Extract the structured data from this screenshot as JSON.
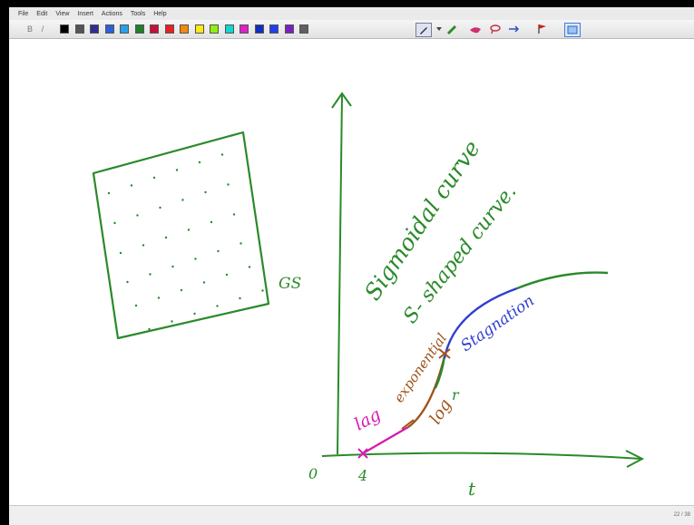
{
  "menu": [
    "File",
    "Edit",
    "View",
    "Insert",
    "Actions",
    "Tools",
    "Help"
  ],
  "toolbar": {
    "swatches": [
      "#000000",
      "#555555",
      "#2f2f8f",
      "#2d5fd8",
      "#2aa0e8",
      "#1f7f2a",
      "#c8103a",
      "#e82020",
      "#f08a10",
      "#ffe81a",
      "#8fef10",
      "#10d6d0",
      "#e020c8",
      "#1030c0",
      "#2040f0",
      "#7a20c0",
      "#606060"
    ],
    "tools": [
      "pen-tool-icon",
      "highlighter-icon",
      "eraser-icon",
      "lasso-icon",
      "insert-space-icon",
      "flag-icon",
      "image-icon"
    ]
  },
  "canvas": {
    "grid_label": "GS",
    "title_line1": "Sigmoidal curve",
    "title_line2": "S- shaped curve.",
    "origin": "0",
    "x_tick": "4",
    "x_axis": "t",
    "phase_lag": "lag",
    "phase_exponential": "exponential",
    "phase_log": "log",
    "phase_stagnation": "Stagnation",
    "marker_r": "r",
    "colors": {
      "ink_green": "#2a8a2a",
      "ink_magenta": "#d81bb0",
      "ink_brown": "#a0521a",
      "ink_blue": "#2f3fd0"
    }
  },
  "status": {
    "page": "22 / 38"
  }
}
